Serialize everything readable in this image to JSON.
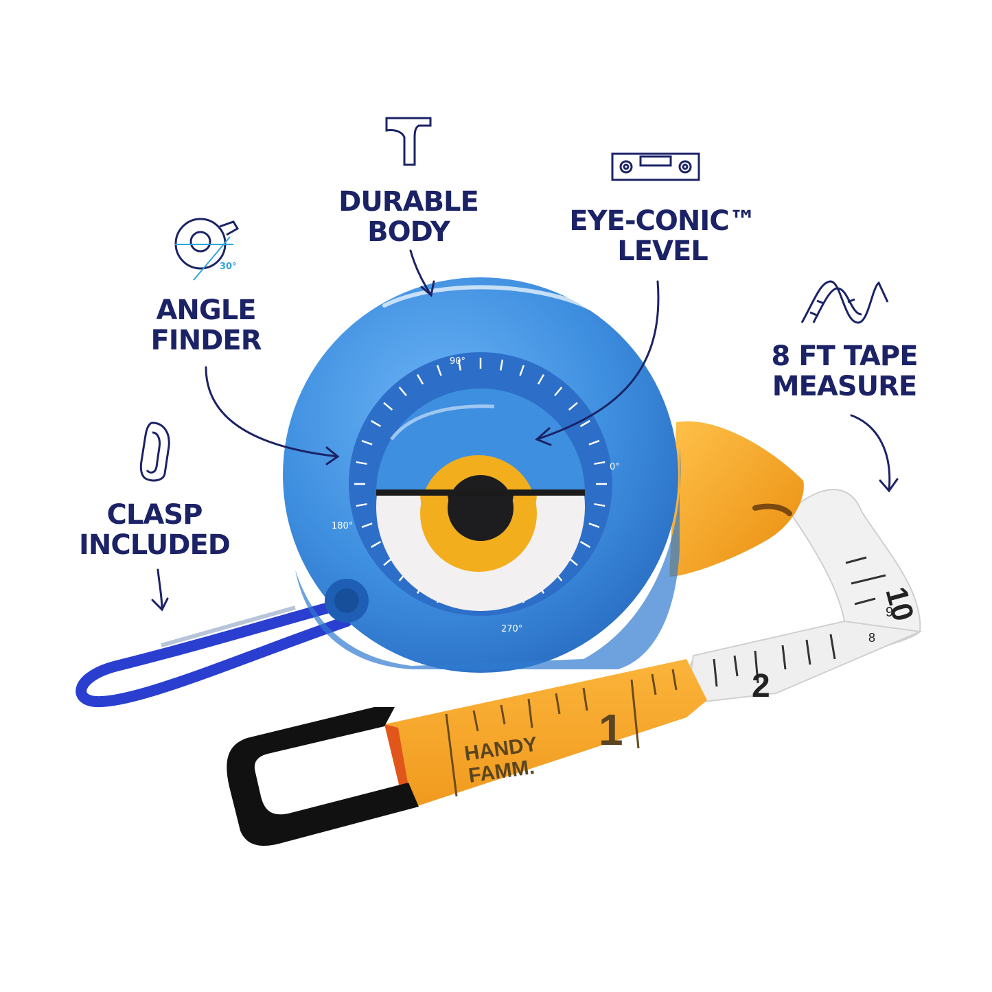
{
  "features": {
    "angle_finder": {
      "line1": "ANGLE",
      "line2": "FINDER",
      "icon": "angle-finder-icon"
    },
    "durable_body": {
      "line1": "DURABLE",
      "line2": "BODY",
      "icon": "hammer-icon"
    },
    "eye_conic_level": {
      "line1": "EYE-CONIC™",
      "line2": "LEVEL",
      "icon": "spirit-level-icon"
    },
    "tape_measure": {
      "line1": "8 FT TAPE",
      "line2": "MEASURE",
      "icon": "tape-ribbon-icon"
    },
    "clasp": {
      "line1": "CLASP",
      "line2": "INCLUDED",
      "icon": "carabiner-icon"
    }
  },
  "dial": {
    "deg_90": "90°",
    "deg_0": "0°",
    "deg_180": "180°",
    "deg_270": "270°"
  },
  "angle_icon_label": "30°",
  "tape": {
    "mark_1": "1",
    "mark_2": "2",
    "mark_9": "9",
    "mark_10": "10",
    "mark_8": "8"
  },
  "brand": {
    "line1": "HANDY",
    "line2": "FAMM."
  },
  "colors": {
    "navy": "#1b2366",
    "body_blue": "#3f8fe0",
    "beak_orange": "#f7a21b",
    "eye_yellow": "#f2ae1c",
    "clip_blue": "#2a3fd0",
    "black": "#111111"
  }
}
